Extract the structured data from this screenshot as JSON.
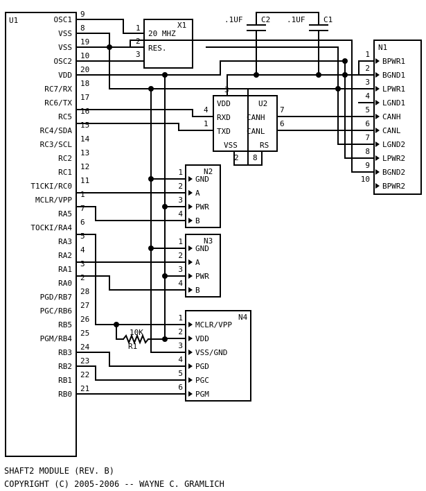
{
  "u1": {
    "ref": "U1",
    "pins": [
      {
        "name": "OSC1",
        "num": "9"
      },
      {
        "name": "VSS",
        "num": "8"
      },
      {
        "name": "VSS",
        "num": "19"
      },
      {
        "name": "OSC2",
        "num": "10"
      },
      {
        "name": "VDD",
        "num": "20"
      },
      {
        "name": "RC7/RX",
        "num": "18"
      },
      {
        "name": "RC6/TX",
        "num": "17"
      },
      {
        "name": "RC5",
        "num": "16"
      },
      {
        "name": "RC4/SDA",
        "num": "15"
      },
      {
        "name": "RC3/SCL",
        "num": "14"
      },
      {
        "name": "RC2",
        "num": "13"
      },
      {
        "name": "RC1",
        "num": "12"
      },
      {
        "name": "T1CKI/RC0",
        "num": "11"
      },
      {
        "name": "MCLR/VPP",
        "num": "1"
      },
      {
        "name": "RA5",
        "num": "7"
      },
      {
        "name": "TOCKI/RA4",
        "num": "6"
      },
      {
        "name": "RA3",
        "num": "5"
      },
      {
        "name": "RA2",
        "num": "4"
      },
      {
        "name": "RA1",
        "num": "3"
      },
      {
        "name": "RA0",
        "num": "2"
      },
      {
        "name": "PGD/RB7",
        "num": "28"
      },
      {
        "name": "PGC/RB6",
        "num": "27"
      },
      {
        "name": "RB5",
        "num": "26"
      },
      {
        "name": "PGM/RB4",
        "num": "25"
      },
      {
        "name": "RB3",
        "num": "24"
      },
      {
        "name": "RB2",
        "num": "23"
      },
      {
        "name": "RB1",
        "num": "22"
      },
      {
        "name": "RB0",
        "num": "21"
      }
    ]
  },
  "x1": {
    "ref": "X1",
    "value": "20 MHZ",
    "type": "RES.",
    "pin1": "1",
    "pin2": "2",
    "pin3": "3"
  },
  "c2": {
    "ref": "C2",
    "value": ".1UF"
  },
  "c1": {
    "ref": "C1",
    "value": ".1UF"
  },
  "u2": {
    "ref": "U2",
    "vdd": "VDD",
    "rxd": "RXD",
    "txd": "TXD",
    "vss": "VSS",
    "canh": "CANH",
    "canl": "CANL",
    "rs": "RS",
    "pin_vdd": "3",
    "pin_rxd": "4",
    "pin_txd": "1",
    "pin_vss": "2",
    "pin_rs": "8",
    "pin_canh": "7",
    "pin_canl": "6"
  },
  "n1": {
    "ref": "N1",
    "pins": [
      {
        "num": "1",
        "name": "BPWR1"
      },
      {
        "num": "2",
        "name": "BGND1"
      },
      {
        "num": "3",
        "name": "LPWR1"
      },
      {
        "num": "4",
        "name": "LGND1"
      },
      {
        "num": "5",
        "name": "CANH"
      },
      {
        "num": "6",
        "name": "CANL"
      },
      {
        "num": "7",
        "name": "LGND2"
      },
      {
        "num": "8",
        "name": "LPWR2"
      },
      {
        "num": "9",
        "name": "BGND2"
      },
      {
        "num": "10",
        "name": "BPWR2"
      }
    ]
  },
  "n2": {
    "ref": "N2",
    "pins": [
      {
        "num": "1",
        "name": "GND"
      },
      {
        "num": "2",
        "name": "A"
      },
      {
        "num": "3",
        "name": "PWR"
      },
      {
        "num": "4",
        "name": "B"
      }
    ]
  },
  "n3": {
    "ref": "N3",
    "pins": [
      {
        "num": "1",
        "name": "GND"
      },
      {
        "num": "2",
        "name": "A"
      },
      {
        "num": "3",
        "name": "PWR"
      },
      {
        "num": "4",
        "name": "B"
      }
    ]
  },
  "n4": {
    "ref": "N4",
    "pins": [
      {
        "num": "1",
        "name": "MCLR/VPP"
      },
      {
        "num": "2",
        "name": "VDD"
      },
      {
        "num": "3",
        "name": "VSS/GND"
      },
      {
        "num": "4",
        "name": "PGD"
      },
      {
        "num": "5",
        "name": "PGC"
      },
      {
        "num": "6",
        "name": "PGM"
      }
    ]
  },
  "r1": {
    "ref": "R1",
    "value": "10K"
  },
  "footer": {
    "title": "SHAFT2 MODULE (REV. B)",
    "copyright": "COPYRIGHT (C) 2005-2006 -- WAYNE C. GRAMLICH"
  }
}
